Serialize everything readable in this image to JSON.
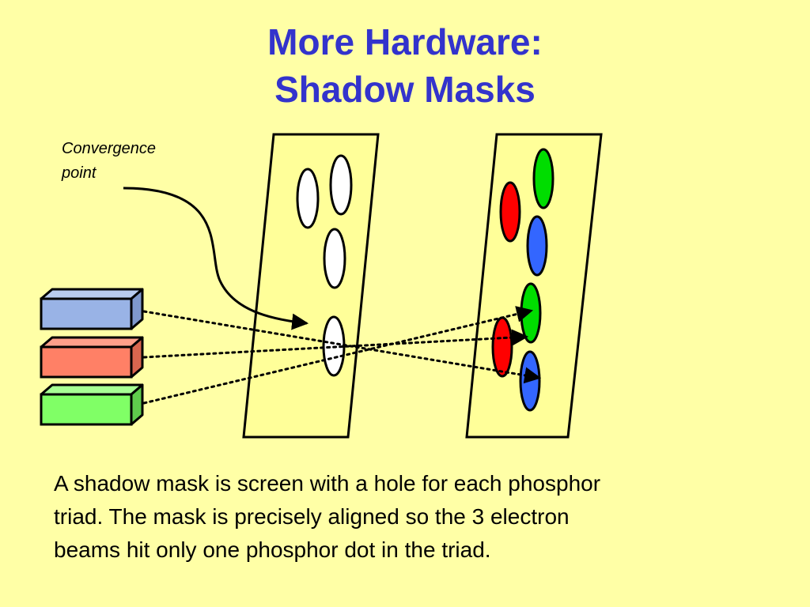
{
  "slide": {
    "title_line1": "More Hardware:",
    "title_line2": "Shadow Masks",
    "callout_line1": "Convergence",
    "callout_line2": "point",
    "caption_line1": "A shadow mask is screen with a hole for each phosphor",
    "caption_line2": "triad.  The mask is precisely aligned so the 3 electron",
    "caption_line3": "beams hit only one phosphor dot in the triad."
  },
  "colors": {
    "background": "#ffffa6",
    "title": "#3333cc",
    "panel_fill": "#ffff99",
    "gun_blue": "#99b3e6",
    "gun_red": "#ff8066",
    "gun_green": "#80ff66",
    "phosphor_red": "#ff0000",
    "phosphor_green": "#00dd00",
    "phosphor_blue": "#3366ff"
  },
  "electron_guns": [
    {
      "name": "blue-gun",
      "color": "gun_blue"
    },
    {
      "name": "red-gun",
      "color": "gun_red"
    },
    {
      "name": "green-gun",
      "color": "gun_green"
    }
  ],
  "phosphor_dots": [
    "green",
    "red",
    "blue",
    "green",
    "red",
    "blue"
  ]
}
